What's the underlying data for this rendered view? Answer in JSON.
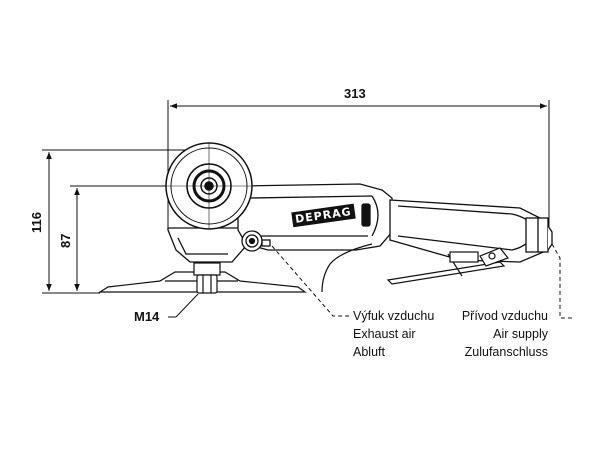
{
  "dimensions": {
    "overall_length": "313",
    "total_height": "116",
    "spindle_height": "87",
    "thread": "M14"
  },
  "brand": "DEPRAG",
  "callouts": {
    "exhaust": {
      "line1": "Výfuk vzduchu",
      "line2": "Exhaust air",
      "line3": "Abluft"
    },
    "supply": {
      "line1": "Přívod vzduchu",
      "line2": "Air supply",
      "line3": "Zulufanschluss"
    }
  }
}
